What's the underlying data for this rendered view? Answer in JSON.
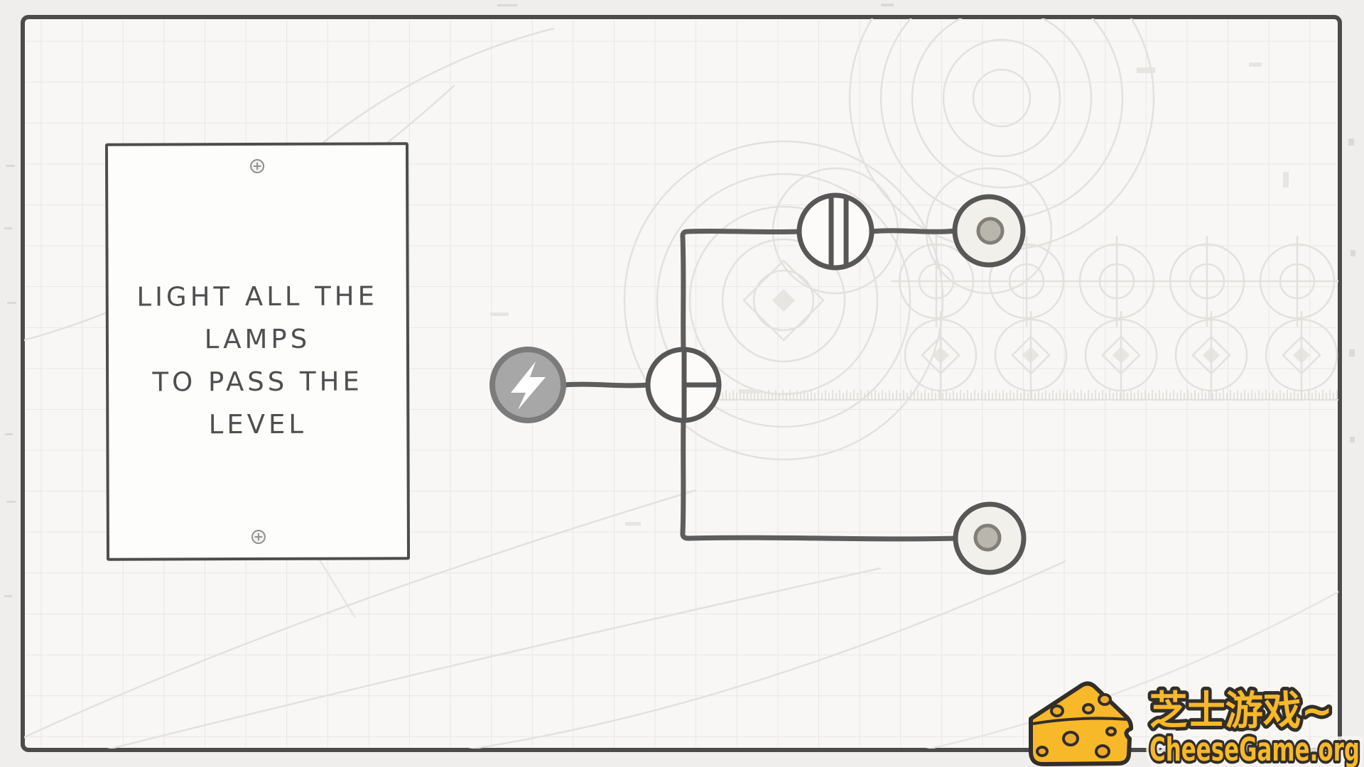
{
  "note": {
    "lines": [
      "LIGHT ALL THE",
      "LAMPS",
      "TO PASS THE",
      "LEVEL"
    ]
  },
  "circuit": {
    "power_icon": "lightning-bolt",
    "junction_glyph": "tee-junction",
    "connector_glyph": "straight-through",
    "lamp_top_state": "off",
    "lamp_bottom_state": "off"
  },
  "watermark": {
    "brand_cn": "芝士游戏~",
    "brand_site": "CheeseGame.org"
  },
  "colors": {
    "ink": "#4b4b4b",
    "wire": "#5d5d5d",
    "node_stroke": "#575757",
    "power_fill": "#a7a7a7",
    "power_stroke": "#7b7b7b",
    "bolt": "#ffffff",
    "lamp_face": "#f2f0ea",
    "lamp_core_off": "#b9b6ad",
    "lamp_core_stroke": "#827f78",
    "paper": "#fdfdfc",
    "grid_line": "#e9e7e4",
    "blueprint": "#e3e1dd",
    "cheese_yellow": "#f7b82a",
    "cheese_outline": "#322e28"
  }
}
